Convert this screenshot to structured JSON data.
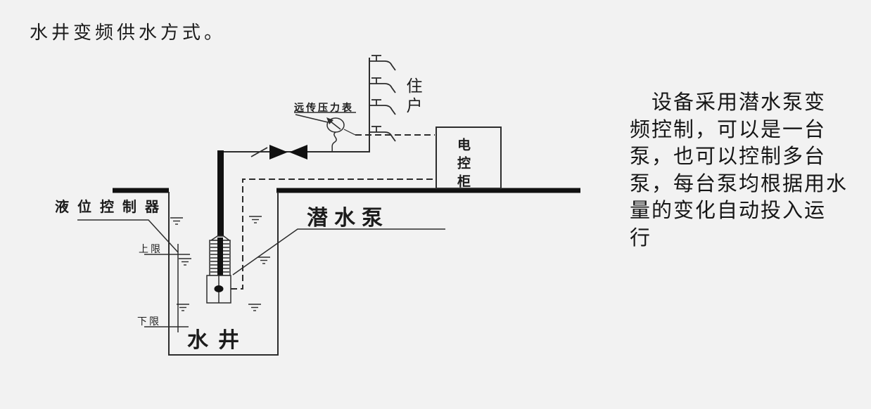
{
  "page": {
    "background": "#f2f2f2",
    "ink": "#2d2d2d",
    "thick_ink": "#111111"
  },
  "title": "水井变频供水方式。",
  "diagram": {
    "labels": {
      "pressure_gauge": "远传压力表",
      "residents": "住户",
      "control_cabinet": "电控柜",
      "level_controller": "液位控制器",
      "upper_limit": "上限",
      "lower_limit": "下限",
      "submersible_pump": "潜水泵",
      "water_well": "水井"
    },
    "icons": [
      "faucet-icon",
      "valve-icon",
      "pressure-gauge-icon",
      "water-level-icon",
      "submersible-pump-icon",
      "ground-line"
    ]
  },
  "description": {
    "text": "　设备采用潜水泵变\n频控制，可以是一台\n泵，也可以控制多台\n泵，每台泵均根据用水\n量的变化自动投入运\n行"
  }
}
